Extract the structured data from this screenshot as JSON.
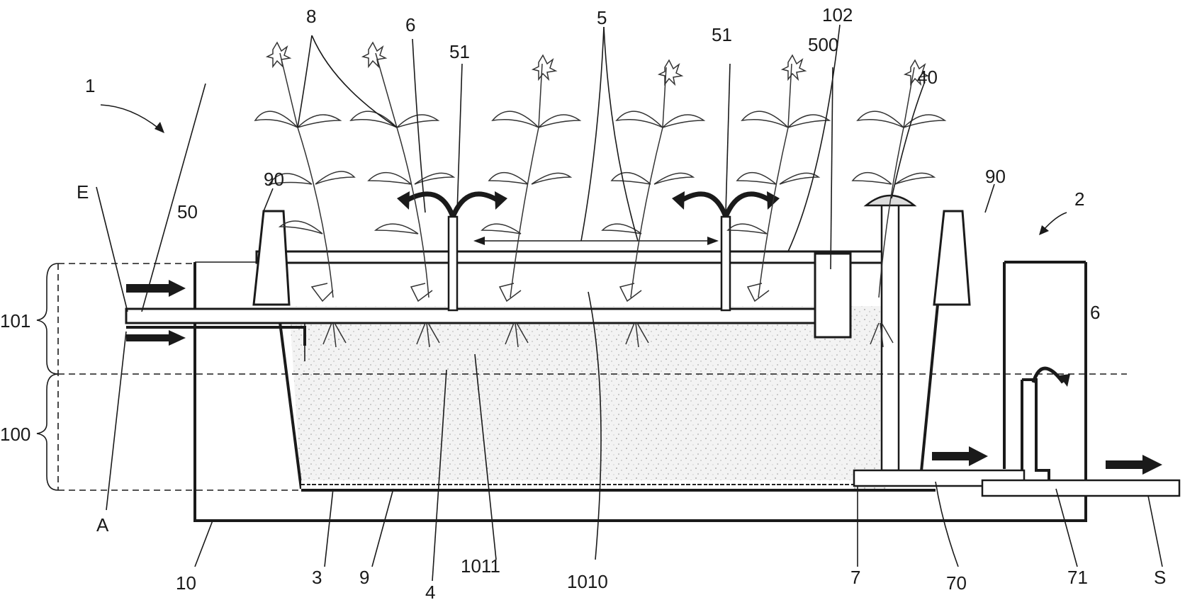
{
  "figure": {
    "labels": {
      "system": "1",
      "outlet_unit": "2",
      "membrane": "3",
      "soil_layer": "4",
      "stalk": "5",
      "flow_arrow_a": "6",
      "flow_arrow_b": "6",
      "drain_opening": "7",
      "plants": "8",
      "base_layer": "9",
      "basin": "10",
      "wall_left": "90",
      "wall_right": "90",
      "top_outlet": "40",
      "distribution_pipe": "50",
      "riser_a": "51",
      "riser_b": "51",
      "overflow_box": "500",
      "drain_pipe": "70",
      "siphon": "71",
      "zone_lower": "100",
      "zone_upper": "101",
      "surface_cover": "102",
      "water_zone": "1010",
      "root_zone": "1011",
      "inlet_E": "E",
      "inlet_A": "A",
      "outlet_S": "S"
    }
  }
}
